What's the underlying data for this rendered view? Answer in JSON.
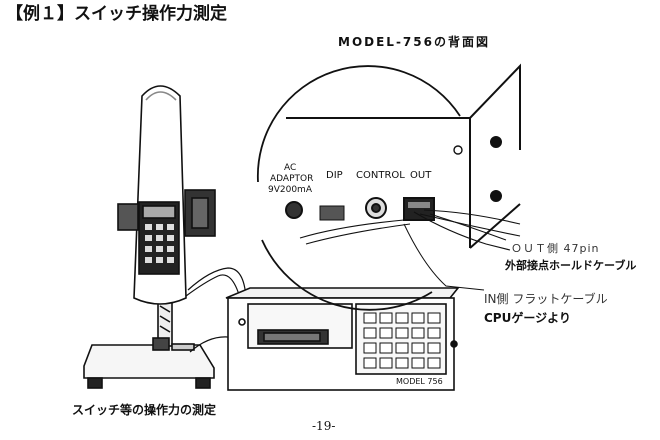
{
  "heading": "【例１】スイッチ操作力測定",
  "subtitle": "MODEL-756の背面図",
  "caption": "スイッチ等の操作力の測定",
  "page_number": "-19-",
  "callouts": {
    "out_side": "ＯＵＴ側 47pin",
    "out_cable": "外部接点ホールドケーブル",
    "in_side": "IN側 フラットケーブル",
    "in_source": "CPUゲージより"
  },
  "panel_labels": {
    "ac_line1": "AC",
    "ac_line2": "ADAPTOR",
    "ac_line3": "9V200mA",
    "dip": "DIP",
    "control": "CONTROL",
    "out": "OUT"
  },
  "device_labels": {
    "model_plate": "MODEL 756"
  }
}
